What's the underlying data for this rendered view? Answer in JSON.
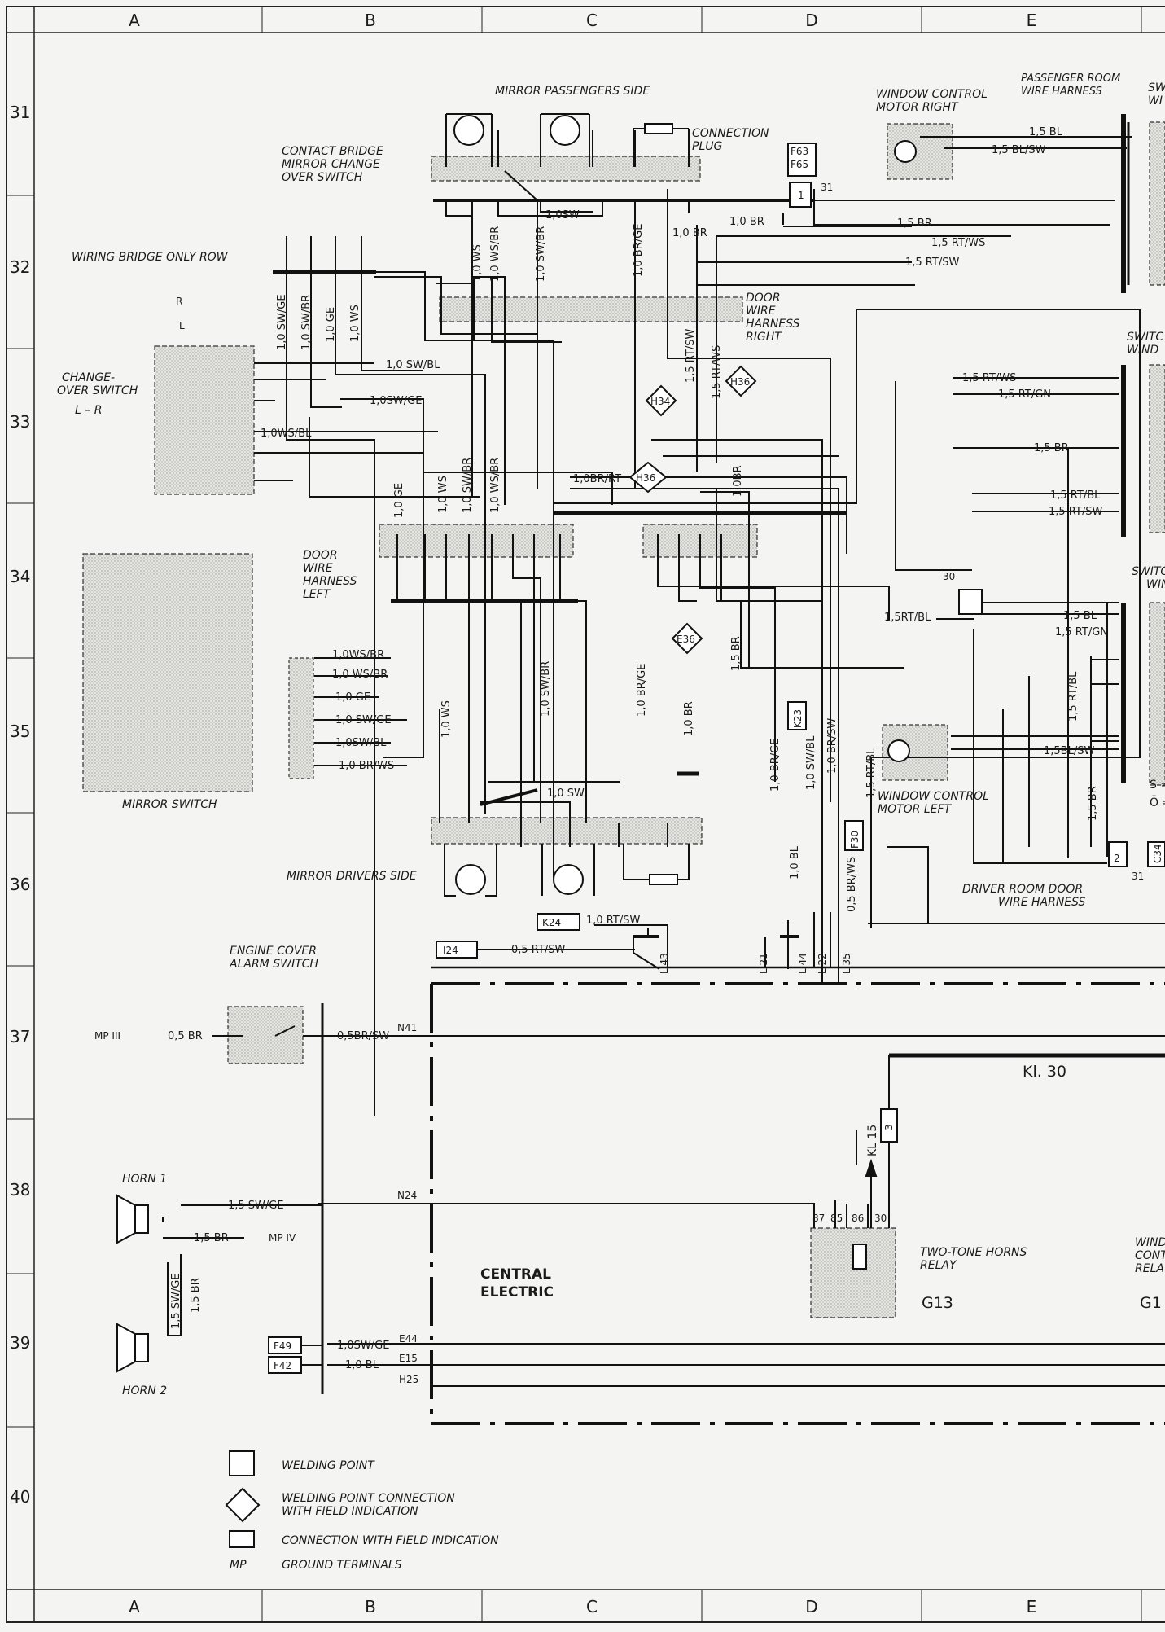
{
  "grid": {
    "columns": [
      "A",
      "B",
      "C",
      "D",
      "E"
    ],
    "rows": [
      "31",
      "32",
      "33",
      "34",
      "35",
      "36",
      "37",
      "38",
      "39",
      "40"
    ]
  },
  "headings": {
    "mirror_passenger": "MIRROR PASSENGERS SIDE",
    "connection_plug": [
      "CONNECTION",
      "PLUG"
    ],
    "window_motor_right": [
      "WINDOW CONTROL",
      "MOTOR RIGHT"
    ],
    "passenger_room_harness": [
      "PASSENGER ROOM",
      "WIRE HARNESS"
    ],
    "switch_window_r1": [
      "SW",
      "WI"
    ],
    "contact_bridge": [
      "CONTACT BRIDGE",
      "MIRROR CHANGE",
      "OVER SWITCH"
    ],
    "wiring_bridge": "WIRING BRIDGE ONLY ROW",
    "door_harness_right": [
      "DOOR",
      "WIRE",
      "HARNESS",
      "RIGHT"
    ],
    "switch_window_r2": [
      "SWITC",
      "WIND"
    ],
    "change_over": [
      "CHANGE-",
      "OVER SWITCH",
      "L – R"
    ],
    "door_harness_left": [
      "DOOR",
      "WIRE",
      "HARNESS",
      "LEFT"
    ],
    "switch_window_r3": [
      "SWITC",
      "WIN"
    ],
    "mirror_switch": "MIRROR SWITCH",
    "window_motor_left": [
      "WINDOW CONTROL",
      "MOTOR LEFT"
    ],
    "driver_room_harness": [
      "DRIVER ROOM DOOR",
      "WIRE HARNESS"
    ],
    "mirror_driver": "MIRROR DRIVERS SIDE",
    "engine_cover": [
      "ENGINE COVER",
      "ALARM SWITCH"
    ],
    "horn1": "HORN 1",
    "horn2": "HORN 2",
    "central": [
      "CENTRAL",
      "ELECTRIC"
    ],
    "two_tone": [
      "TWO-TONE HORNS",
      "RELAY"
    ],
    "two_tone_id": "G13",
    "window_relay": [
      "WIND",
      "CONT",
      "RELA"
    ],
    "window_relay_id": "G1",
    "kl30": "Kl. 30",
    "kl15": "KL 15",
    "s_note": "S =",
    "o_note": "Ö ="
  },
  "wires": [
    "1,5 BL",
    "1,5 BL/SW",
    "1,5 BR",
    "1,5 RT/WS",
    "1,5 RT/SW",
    "1,0 BR",
    "1,0SW",
    "1,0 WS",
    "1,0 WS/BR",
    "1,0 SW/BR",
    "1,0 BR/GE",
    "1,0 SW/GE",
    "1,0 SW/BR",
    "1,0 GE",
    "1,0 WS",
    "1,0 SW/BL",
    "1,0SW/GE",
    "1,0WS/BL",
    "1,0 GE",
    "1,0 WS",
    "1,0 SW/BR",
    "1,0 WS/BR",
    "1,0 BR",
    "1,5 RT/SW",
    "1,5 RT/WS",
    "1,5 RT/WS",
    "1,5 RT/GN",
    "1,5 BR",
    "1,0BR/RT",
    "1,0BR",
    "1,5 RT/BL",
    "1,5 RT/SW",
    "1,5RT/BL",
    "1,5 BL",
    "1,5 RT/GN",
    "1,5 BR",
    "1,5 RT/BL",
    "1,5BL/SW",
    "1,5 BR",
    "1,0WS/BR",
    "1,0 WS/BR",
    "1,0 GE",
    "1,0 SW/GE",
    "1,0SW/BL",
    "1,0 BR/WS",
    "1,0 WS",
    "1,0 SW/BR",
    "1,0 BR/GE",
    "1,0 BR",
    "1,0 SW",
    "1,0 BR/GE",
    "1,0 BL",
    "1,0 SW/BL",
    "1,0 BR/SW",
    "1,5 RT/BL",
    "0,5 BR/WS",
    "1,0 RT/SW",
    "0,5 RT/SW",
    "0,5 BR",
    "0,5BR/SW",
    "1,5 SW/GE",
    "1,5 BR",
    "1,5 SW/GE",
    "1,5 BR",
    "1,0SW/GE",
    "1,0 BL"
  ],
  "blocks": [
    "F63",
    "F65",
    "H34",
    "H36",
    "H36",
    "E36",
    "K23",
    "F30",
    "K24",
    "I24",
    "F49",
    "F42",
    "C34"
  ],
  "connectors": [
    "L 43",
    "L 21",
    "L 44",
    "L 22",
    "L 35",
    "N41",
    "N24",
    "E44",
    "E15",
    "H25",
    "MP III",
    "MP IV",
    "87",
    "85",
    "86",
    "30",
    "3",
    "31",
    "31",
    "30",
    "1",
    "2",
    "R",
    "L"
  ],
  "legend": [
    {
      "symbol": "square",
      "text": "WELDING POINT"
    },
    {
      "symbol": "diamond",
      "text": [
        "WELDING POINT CONNECTION",
        "WITH FIELD INDICATION"
      ]
    },
    {
      "symbol": "rect",
      "text": "CONNECTION WITH FIELD INDICATION"
    },
    {
      "symbol": "MP",
      "text": "GROUND TERMINALS"
    }
  ]
}
